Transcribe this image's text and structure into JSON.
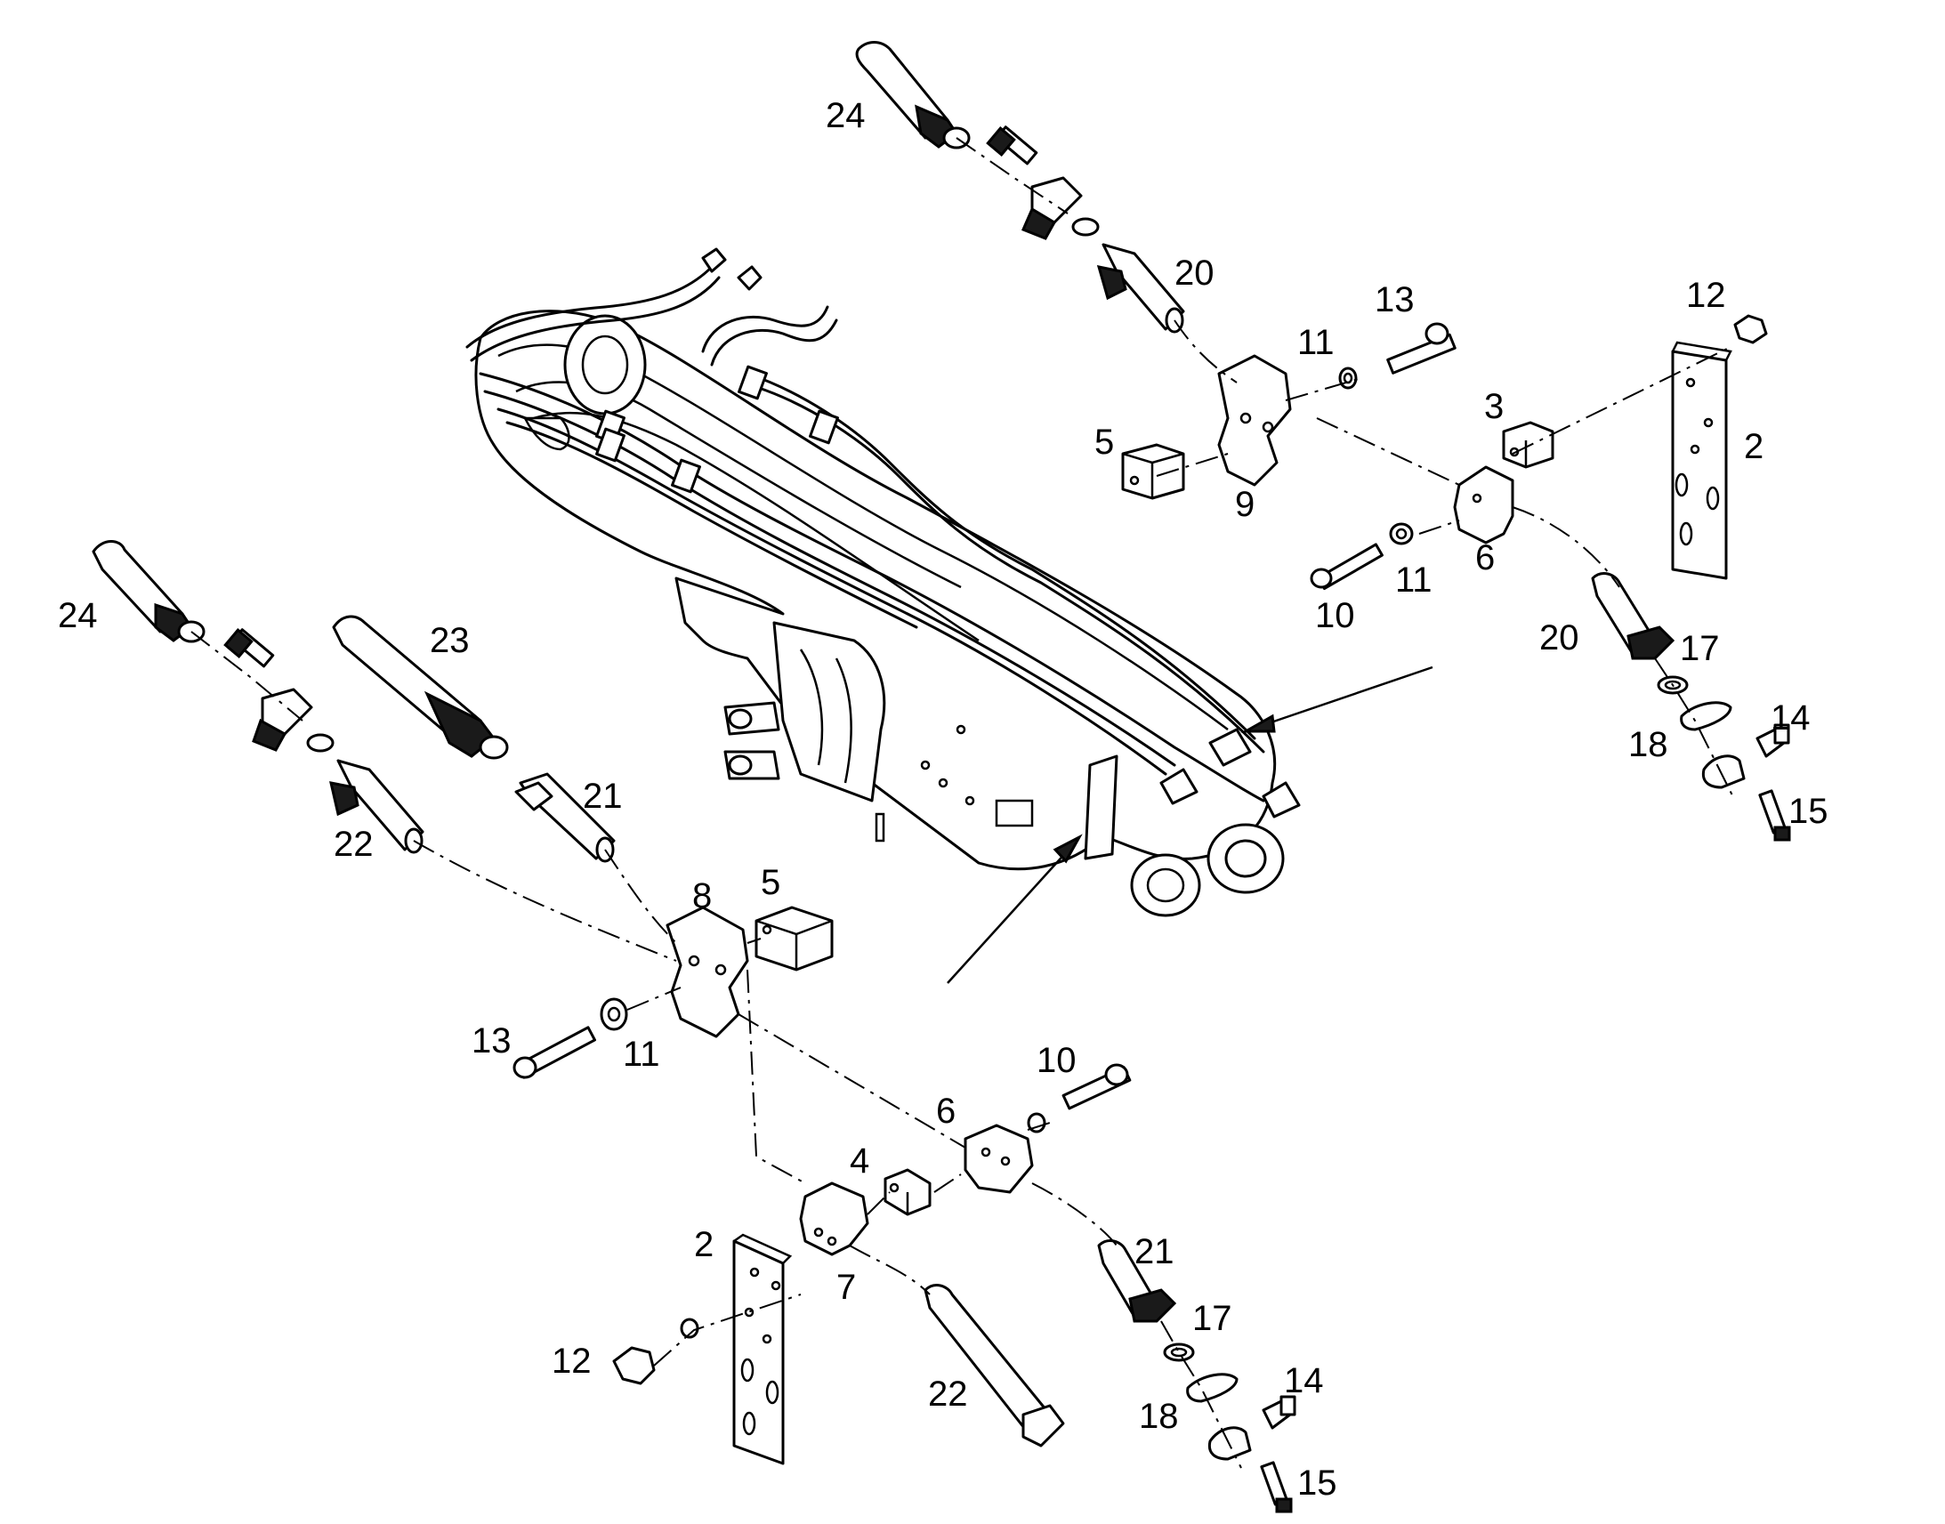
{
  "diagram": {
    "callouts": [
      {
        "id": "c24a",
        "text": "24"
      },
      {
        "id": "c20a",
        "text": "20"
      },
      {
        "id": "c13a",
        "text": "13"
      },
      {
        "id": "c12a",
        "text": "12"
      },
      {
        "id": "c11a",
        "text": "11"
      },
      {
        "id": "c3",
        "text": "3"
      },
      {
        "id": "c5a",
        "text": "5"
      },
      {
        "id": "c9",
        "text": "9"
      },
      {
        "id": "c2a",
        "text": "2"
      },
      {
        "id": "c11b",
        "text": "11"
      },
      {
        "id": "c6a",
        "text": "6"
      },
      {
        "id": "c10a",
        "text": "10"
      },
      {
        "id": "c20b",
        "text": "20"
      },
      {
        "id": "c17a",
        "text": "17"
      },
      {
        "id": "c14a",
        "text": "14"
      },
      {
        "id": "c18a",
        "text": "18"
      },
      {
        "id": "c15a",
        "text": "15"
      },
      {
        "id": "c24b",
        "text": "24"
      },
      {
        "id": "c23",
        "text": "23"
      },
      {
        "id": "c21a",
        "text": "21"
      },
      {
        "id": "c22a",
        "text": "22"
      },
      {
        "id": "c8",
        "text": "8"
      },
      {
        "id": "c5b",
        "text": "5"
      },
      {
        "id": "c13b",
        "text": "13"
      },
      {
        "id": "c11c",
        "text": "11"
      },
      {
        "id": "c10b",
        "text": "10"
      },
      {
        "id": "c6b",
        "text": "6"
      },
      {
        "id": "c4",
        "text": "4"
      },
      {
        "id": "c2b",
        "text": "2"
      },
      {
        "id": "c7",
        "text": "7"
      },
      {
        "id": "c21b",
        "text": "21"
      },
      {
        "id": "c17b",
        "text": "17"
      },
      {
        "id": "c12b",
        "text": "12"
      },
      {
        "id": "c22b",
        "text": "22"
      },
      {
        "id": "c14b",
        "text": "14"
      },
      {
        "id": "c18b",
        "text": "18"
      },
      {
        "id": "c15b",
        "text": "15"
      }
    ]
  }
}
